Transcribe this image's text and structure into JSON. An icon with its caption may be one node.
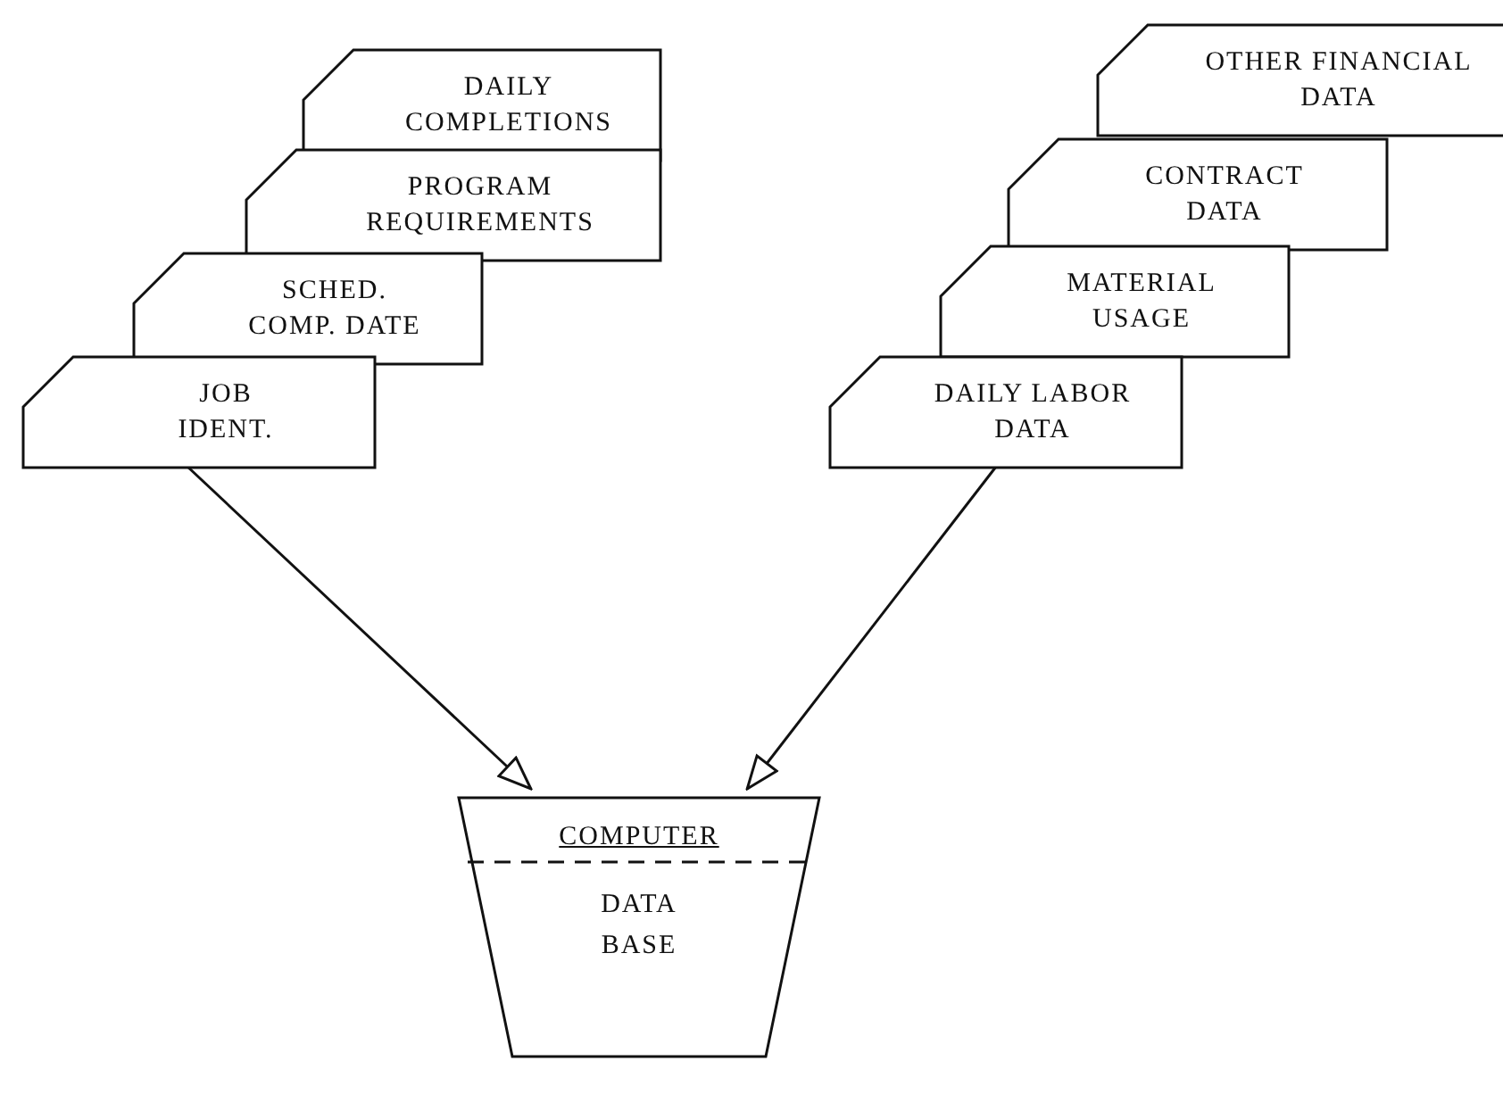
{
  "diagram": {
    "nodes": [
      {
        "text": [
          "DAILY COMPLETIONS"
        ]
      },
      {
        "text": [
          "PROGRAM REQUIREMENTS"
        ]
      },
      {
        "text": [
          "SCHED. COMP. DATE"
        ]
      },
      {
        "text": [
          "JOB IDENT."
        ]
      },
      {
        "text": [
          "OTHER FINANCIAL DATA"
        ]
      },
      {
        "text": [
          "CONTRACT DATA"
        ]
      },
      {
        "text": [
          "MATERIAL USAGE"
        ]
      },
      {
        "text": [
          "DAILY LABOR DATA"
        ]
      },
      {
        "text": [
          "COMPUTER",
          "DATA BASE"
        ]
      }
    ],
    "edges": [
      {
        "from": 3,
        "to": 8,
        "arrow": "to"
      },
      {
        "from": 7,
        "to": 8,
        "arrow": "to"
      }
    ]
  }
}
